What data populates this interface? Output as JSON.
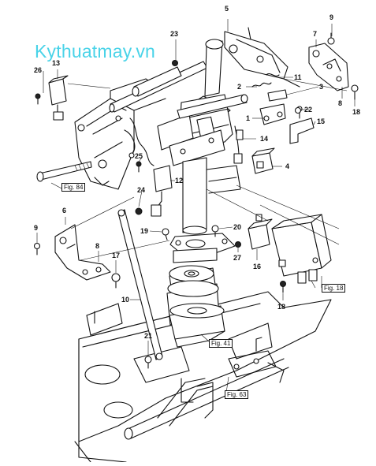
{
  "watermark": "Kythuatmay.vn",
  "callouts": [
    {
      "id": "c1",
      "label": "1"
    },
    {
      "id": "c2",
      "label": "2"
    },
    {
      "id": "c3",
      "label": "3"
    },
    {
      "id": "c4",
      "label": "4"
    },
    {
      "id": "c5",
      "label": "5"
    },
    {
      "id": "c6",
      "label": "6"
    },
    {
      "id": "c7",
      "label": "7"
    },
    {
      "id": "c8a",
      "label": "8"
    },
    {
      "id": "c8b",
      "label": "8"
    },
    {
      "id": "c9a",
      "label": "9"
    },
    {
      "id": "c9b",
      "label": "9"
    },
    {
      "id": "c10",
      "label": "10"
    },
    {
      "id": "c11",
      "label": "11"
    },
    {
      "id": "c12",
      "label": "12"
    },
    {
      "id": "c13",
      "label": "13"
    },
    {
      "id": "c14",
      "label": "14"
    },
    {
      "id": "c15",
      "label": "15"
    },
    {
      "id": "c16",
      "label": "16"
    },
    {
      "id": "c17",
      "label": "17"
    },
    {
      "id": "c18a",
      "label": "18"
    },
    {
      "id": "c18b",
      "label": "18"
    },
    {
      "id": "c19",
      "label": "19"
    },
    {
      "id": "c20",
      "label": "20"
    },
    {
      "id": "c21",
      "label": "21"
    },
    {
      "id": "c22",
      "label": "22"
    },
    {
      "id": "c23",
      "label": "23"
    },
    {
      "id": "c24",
      "label": "24"
    },
    {
      "id": "c25",
      "label": "25"
    },
    {
      "id": "c26",
      "label": "26"
    },
    {
      "id": "c27",
      "label": "27"
    }
  ],
  "figrefs": [
    {
      "id": "f84",
      "label": "Fig. 84"
    },
    {
      "id": "f18",
      "label": "Fig. 18"
    },
    {
      "id": "f41",
      "label": "Fig. 41"
    },
    {
      "id": "f63",
      "label": "Fig. 63"
    }
  ]
}
